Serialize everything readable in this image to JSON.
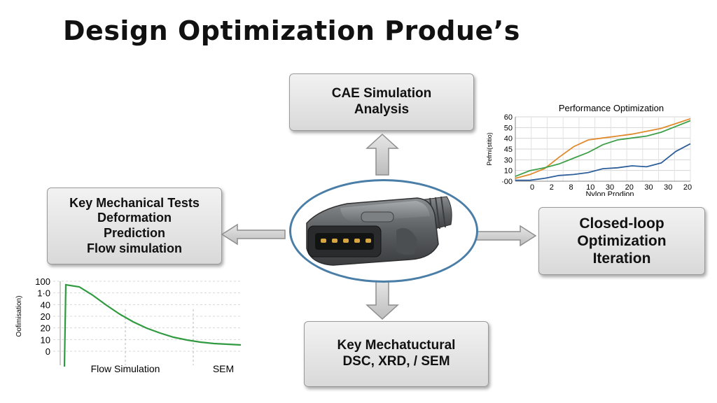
{
  "title": "Design Optimization Produe’s",
  "boxes": {
    "cae": [
      "CAE Simulation",
      "Analysis"
    ],
    "mech": [
      "Key Mechanical Tests",
      "Deformation",
      "Prediction",
      "Flow simulation"
    ],
    "closed": [
      "Closed-loop",
      "Optimization",
      "Iteration"
    ],
    "key": [
      "Key Mechatuctural",
      "DSC, XRD, / SEM"
    ]
  },
  "hub_icon": "connector-plug-icon",
  "chart_data": [
    {
      "type": "line",
      "title": "Performance Optimization",
      "xlabel": "Nylon Prodion",
      "ylabel": "Pefmi(stitio)",
      "y_ticks": [
        "60",
        "50",
        "40",
        "45",
        "30",
        "10",
        "·00"
      ],
      "x_ticks": [
        "0",
        "2",
        "8",
        "10",
        "30",
        "20",
        "30",
        "30",
        "20"
      ],
      "grid": true,
      "series": [
        {
          "color": "#e08a2c",
          "values": [
            -2,
            2,
            8,
            20,
            31,
            38,
            40,
            42,
            44,
            47,
            50,
            55,
            60
          ]
        },
        {
          "color": "#3ea04a",
          "values": [
            0,
            6,
            9,
            13,
            19,
            25,
            33,
            38,
            40,
            42,
            46,
            52,
            58
          ]
        },
        {
          "color": "#2d5f9a",
          "values": [
            -4,
            -4,
            -2,
            1,
            2,
            4,
            8,
            9,
            11,
            10,
            14,
            26,
            34
          ]
        }
      ]
    },
    {
      "type": "line",
      "xlabel": "Flow Simulation",
      "x_annotation": "SEM",
      "ylabel": "Oofimisation)",
      "y_ticks": [
        "100",
        "1·0",
        "40",
        "20",
        "20",
        "10",
        "0"
      ],
      "grid": true,
      "series": [
        {
          "color": "#2f9a3f",
          "values": [
            95,
            92,
            80,
            66,
            53,
            42,
            33,
            26,
            20,
            16,
            13,
            11,
            10,
            9
          ]
        }
      ]
    }
  ]
}
